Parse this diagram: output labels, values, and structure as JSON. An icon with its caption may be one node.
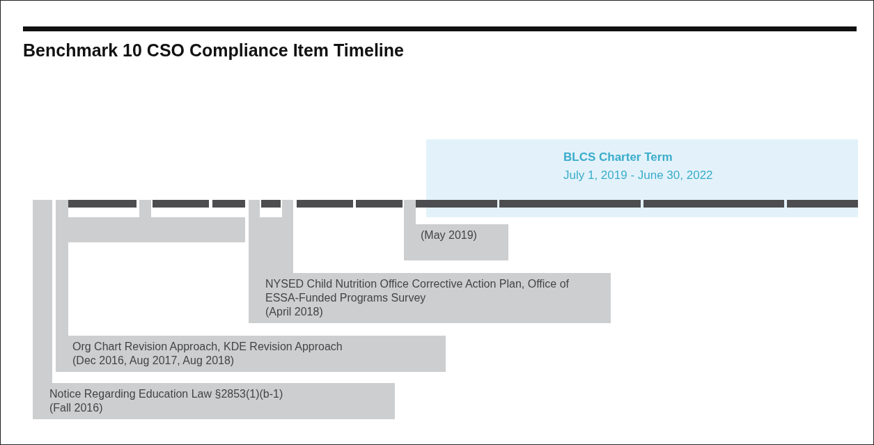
{
  "diagram": {
    "title": "Benchmark 10 CSO Compliance Item Timeline",
    "nodes": [
      {
        "text": [
          "BLCS Charter Term",
          "July 1, 2019 - June 30, 2022"
        ]
      },
      {
        "text": [
          "Notice Regarding Education Law §2853(1)(b-1)",
          "(Fall 2016)"
        ]
      },
      {
        "text": [
          "Org Chart Revision Approach, KDE Revision Approach",
          "(Dec 2016, Aug 2017, Aug 2018)"
        ]
      },
      {
        "text": [
          "NYSED Child Nutrition Office Corrective Action Plan, Office of ESSA-Funded Programs Survey",
          "(April 2018)"
        ]
      },
      {
        "text": [
          "(May 2019)"
        ]
      }
    ],
    "edges": []
  }
}
